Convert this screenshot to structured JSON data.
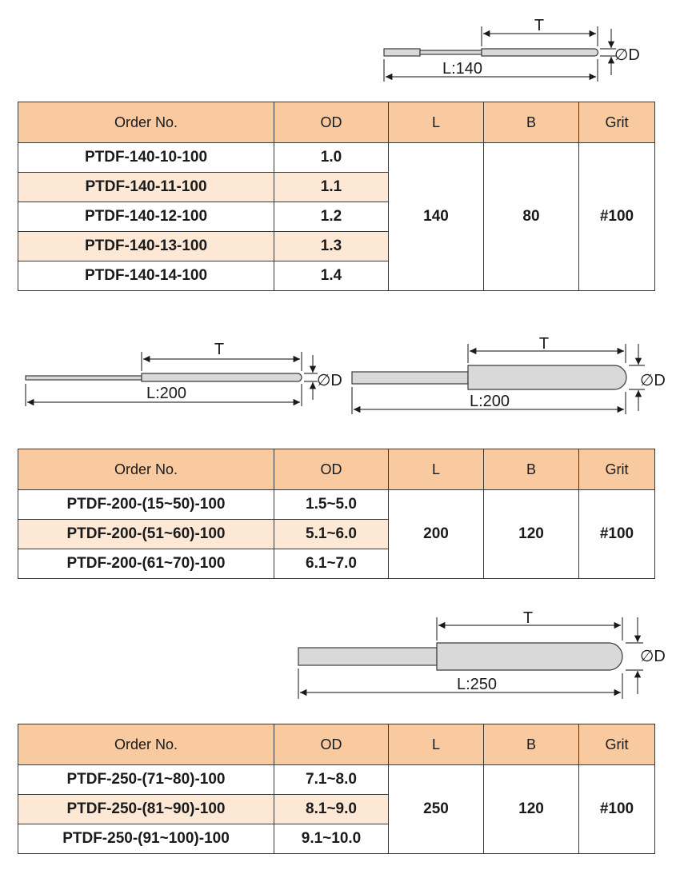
{
  "diagrams": [
    {
      "t_label": "T",
      "l_label": "L:140",
      "d_label": "∅D"
    },
    {
      "t_label": "T",
      "l_label": "L:200",
      "d_label": "∅D"
    },
    {
      "t_label": "T",
      "l_label": "L:200",
      "d_label": "∅D"
    },
    {
      "t_label": "T",
      "l_label": "L:250",
      "d_label": "∅D"
    }
  ],
  "headers": [
    "Order No.",
    "OD",
    "L",
    "B",
    "Grit"
  ],
  "tables": [
    {
      "rows": [
        {
          "order": "PTDF-140-10-100",
          "od": "1.0"
        },
        {
          "order": "PTDF-140-11-100",
          "od": "1.1"
        },
        {
          "order": "PTDF-140-12-100",
          "od": "1.2"
        },
        {
          "order": "PTDF-140-13-100",
          "od": "1.3"
        },
        {
          "order": "PTDF-140-14-100",
          "od": "1.4"
        }
      ],
      "L": "140",
      "B": "80",
      "grit": "#100"
    },
    {
      "rows": [
        {
          "order": "PTDF-200-(15~50)-100",
          "od": "1.5~5.0"
        },
        {
          "order": "PTDF-200-(51~60)-100",
          "od": "5.1~6.0"
        },
        {
          "order": "PTDF-200-(61~70)-100",
          "od": "6.1~7.0"
        }
      ],
      "L": "200",
      "B": "120",
      "grit": "#100"
    },
    {
      "rows": [
        {
          "order": "PTDF-250-(71~80)-100",
          "od": "7.1~8.0"
        },
        {
          "order": "PTDF-250-(81~90)-100",
          "od": "8.1~9.0"
        },
        {
          "order": "PTDF-250-(91~100)-100",
          "od": "9.1~10.0"
        }
      ],
      "L": "250",
      "B": "120",
      "grit": "#100"
    }
  ],
  "colors": {
    "header_bg": "#f9c9a0",
    "alt_row_bg": "#fde8d6",
    "tool_fill": "#d9d9d9",
    "line": "#3a3a3a"
  }
}
